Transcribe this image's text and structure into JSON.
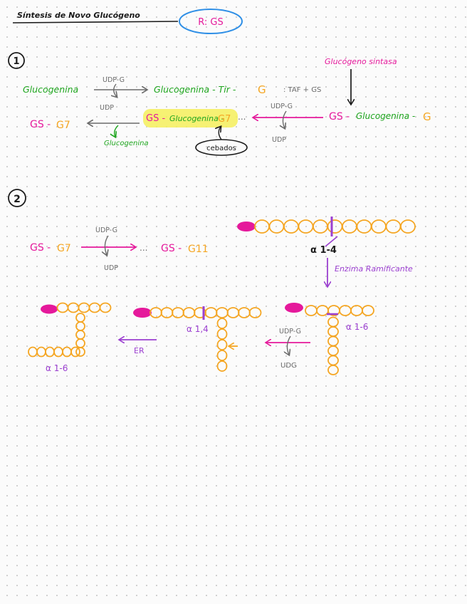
{
  "colors": {
    "ink": "#1b1b1b",
    "green": "#1ea51e",
    "orange": "#f5a623",
    "pink": "#e5199b",
    "purple": "#9b3fd0",
    "blue": "#2f8fe6",
    "gray": "#6b6b6b",
    "highlight": "#f4ee5a"
  },
  "header": {
    "title": "Síntesis de Novo Glucógeno",
    "badge": "R: GS"
  },
  "step1": {
    "number": "1",
    "glucogenina": "Glucogenina",
    "udpg_top": "UDP-G",
    "udp_top": "UDP",
    "product": "Glucogenina - Tir -",
    "product_g": "G",
    "cofactors": ": TAF + GS",
    "enzyme": "Glucógeno sintasa",
    "gs_complex_gs": "GS -",
    "gs_complex_mid": "Glucogenina -",
    "gs_complex_g": "G",
    "udpg_bottom": "UDP-G",
    "udp_bottom": "UDP",
    "chain_gs": "GS -",
    "chain_mid": "Glucogenina -",
    "chain_g": "G7",
    "ellipsis": "...",
    "primer": "cebados",
    "released_gs": "GS -",
    "released_g": "G7",
    "released": "Glucogenina"
  },
  "step2": {
    "number": "2",
    "gs": "GS -",
    "g7": "G7",
    "udpg": "UDP-G",
    "udp": "UDP",
    "ellipsis": "...",
    "gs2": "GS -",
    "g11": "G11",
    "bond_a14": "α 1-4",
    "branching_enzyme": "Enzima Ramificante",
    "bond_a16_right": "α 1-6",
    "bond_a14_mid": "α 1,4",
    "udpg2": "UDP-G",
    "udg": "UDG",
    "er": "ER",
    "bond_a16_left": "α 1-6"
  }
}
